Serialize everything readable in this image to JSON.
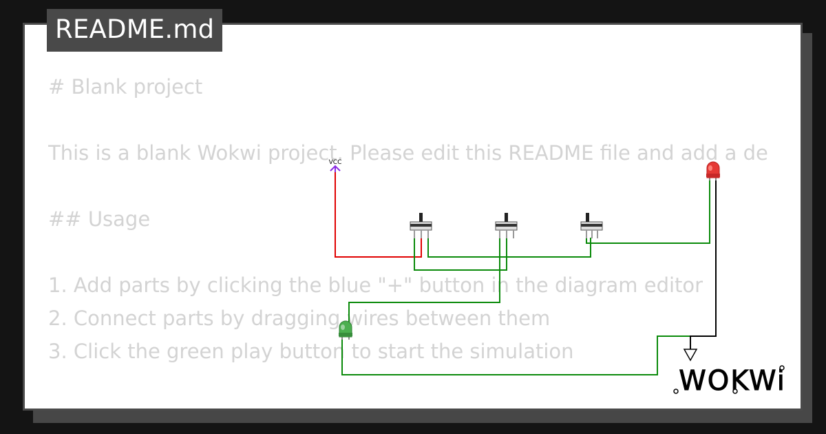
{
  "file_tab": {
    "label": "README.md"
  },
  "readme": {
    "lines": [
      "# Blank project",
      "This is a blank Wokwi project. Please edit this README file and add a de",
      "## Usage",
      "1. Add parts by clicking the blue \"+\" button in the diagram editor",
      "2. Connect parts by dragging wires between them",
      "3. Click the green play button to start the simulation"
    ]
  },
  "diagram": {
    "power_label": "VCC",
    "parts": {
      "slide_switches": 3,
      "leds": [
        {
          "color": "red"
        },
        {
          "color": "green"
        }
      ],
      "ground_symbol": "gnd"
    },
    "wire_colors": {
      "power": "#e00000",
      "signal": "#008000",
      "ground": "#000000",
      "vcc": "#8a2be2"
    }
  },
  "brand": {
    "logo_text": "WOKWi"
  }
}
